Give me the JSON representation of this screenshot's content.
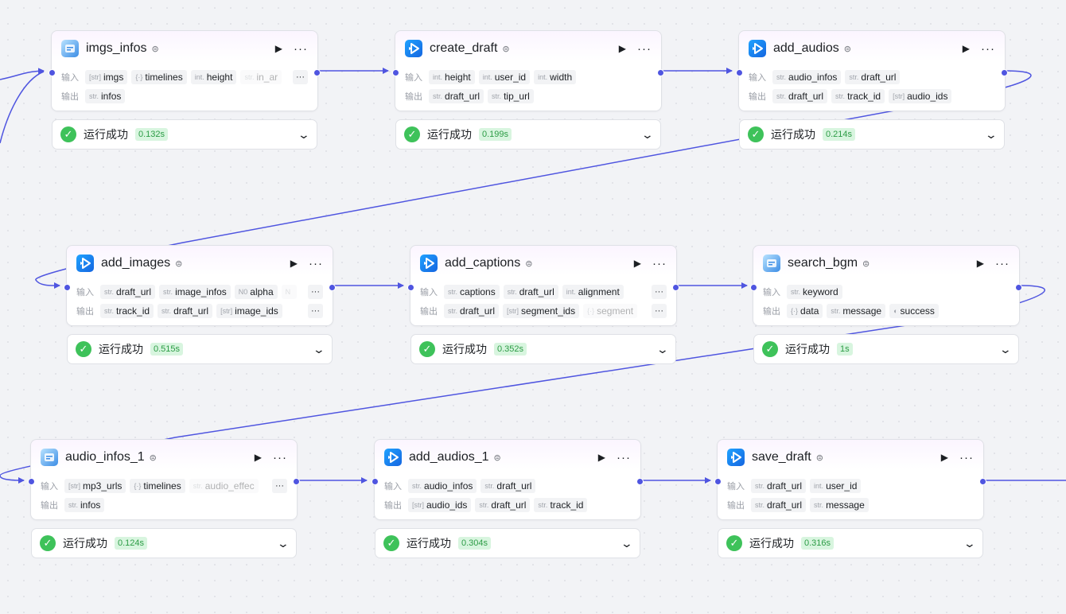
{
  "labels": {
    "input": "输入",
    "output": "输出"
  },
  "glyphs": {
    "play": "▶",
    "more": "···",
    "check": "✓",
    "chevron": "⌄",
    "tag": "⊜"
  },
  "colors": {
    "edge": "#4f55e0",
    "success": "#3ec25a",
    "duration_bg": "#d8f5df",
    "duration_text": "#2c9c45"
  },
  "nodes": [
    {
      "title": "imgs_infos",
      "icon": "code-node-icon",
      "status": "运行成功",
      "duration": "0.132s",
      "inputs": [
        {
          "type": "[str]",
          "name": "imgs"
        },
        {
          "type": "{·}",
          "name": "timelines"
        },
        {
          "type": "int.",
          "name": "height"
        },
        {
          "type": "str.",
          "name": "in_ar",
          "faded": true
        }
      ],
      "inputs_more": "···",
      "outputs": [
        {
          "type": "str.",
          "name": "infos"
        }
      ]
    },
    {
      "title": "create_draft",
      "icon": "plugin-node-icon",
      "status": "运行成功",
      "duration": "0.199s",
      "inputs": [
        {
          "type": "int.",
          "name": "height"
        },
        {
          "type": "int.",
          "name": "user_id"
        },
        {
          "type": "int.",
          "name": "width"
        }
      ],
      "outputs": [
        {
          "type": "str.",
          "name": "draft_url"
        },
        {
          "type": "str.",
          "name": "tip_url"
        }
      ]
    },
    {
      "title": "add_audios",
      "icon": "plugin-node-icon",
      "status": "运行成功",
      "duration": "0.214s",
      "inputs": [
        {
          "type": "str.",
          "name": "audio_infos"
        },
        {
          "type": "str.",
          "name": "draft_url"
        }
      ],
      "outputs": [
        {
          "type": "str.",
          "name": "draft_url"
        },
        {
          "type": "str.",
          "name": "track_id"
        },
        {
          "type": "[str]",
          "name": "audio_ids"
        }
      ]
    },
    {
      "title": "add_images",
      "icon": "plugin-node-icon",
      "status": "运行成功",
      "duration": "0.515s",
      "inputs": [
        {
          "type": "str.",
          "name": "draft_url"
        },
        {
          "type": "str.",
          "name": "image_infos"
        },
        {
          "type": "N0",
          "name": "alpha"
        },
        {
          "type": "N",
          "name": "",
          "faded": true
        }
      ],
      "inputs_more": "···",
      "outputs": [
        {
          "type": "str.",
          "name": "track_id"
        },
        {
          "type": "str.",
          "name": "draft_url"
        },
        {
          "type": "[str]",
          "name": "image_ids"
        }
      ],
      "outputs_more": "···"
    },
    {
      "title": "add_captions",
      "icon": "plugin-node-icon",
      "status": "运行成功",
      "duration": "0.352s",
      "inputs": [
        {
          "type": "str.",
          "name": "captions"
        },
        {
          "type": "str.",
          "name": "draft_url"
        },
        {
          "type": "int.",
          "name": "alignment"
        }
      ],
      "inputs_more": "···",
      "outputs": [
        {
          "type": "str.",
          "name": "draft_url"
        },
        {
          "type": "[str]",
          "name": "segment_ids"
        },
        {
          "type": "{·}",
          "name": "segment",
          "faded": true
        }
      ],
      "outputs_more": "···"
    },
    {
      "title": "search_bgm",
      "icon": "code-node-icon",
      "status": "运行成功",
      "duration": "1s",
      "inputs": [
        {
          "type": "str.",
          "name": "keyword"
        }
      ],
      "outputs": [
        {
          "type": "{·}",
          "name": "data"
        },
        {
          "type": "str.",
          "name": "message"
        },
        {
          "type": "◐",
          "name": "success"
        }
      ]
    },
    {
      "title": "audio_infos_1",
      "icon": "code-node-icon",
      "status": "运行成功",
      "duration": "0.124s",
      "inputs": [
        {
          "type": "[str]",
          "name": "mp3_urls"
        },
        {
          "type": "{·}",
          "name": "timelines"
        },
        {
          "type": "str.",
          "name": "audio_effec",
          "faded": true
        }
      ],
      "inputs_more": "···",
      "outputs": [
        {
          "type": "str.",
          "name": "infos"
        }
      ]
    },
    {
      "title": "add_audios_1",
      "icon": "plugin-node-icon",
      "status": "运行成功",
      "duration": "0.304s",
      "inputs": [
        {
          "type": "str.",
          "name": "audio_infos"
        },
        {
          "type": "str.",
          "name": "draft_url"
        }
      ],
      "outputs": [
        {
          "type": "[str]",
          "name": "audio_ids"
        },
        {
          "type": "str.",
          "name": "draft_url"
        },
        {
          "type": "str.",
          "name": "track_id"
        }
      ]
    },
    {
      "title": "save_draft",
      "icon": "plugin-node-icon",
      "status": "运行成功",
      "duration": "0.316s",
      "inputs": [
        {
          "type": "str.",
          "name": "draft_url"
        },
        {
          "type": "int.",
          "name": "user_id"
        }
      ],
      "outputs": [
        {
          "type": "str.",
          "name": "draft_url"
        },
        {
          "type": "str.",
          "name": "message"
        }
      ]
    }
  ]
}
